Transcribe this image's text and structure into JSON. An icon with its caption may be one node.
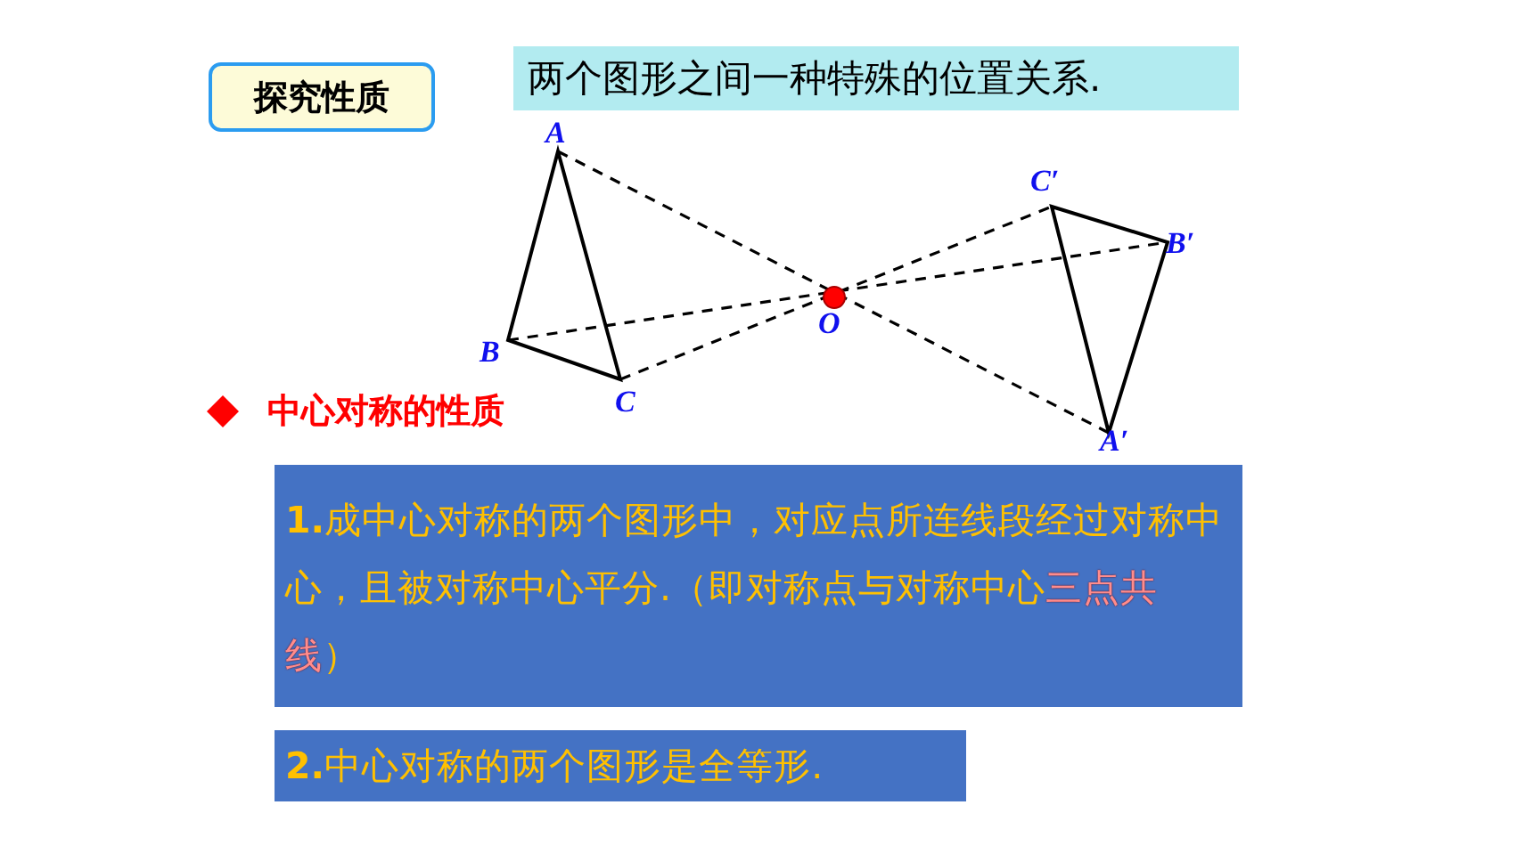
{
  "diagram": {
    "title": "两个图形之间一种特殊的位置关系.",
    "nodes": [
      {
        "text": [
          "探究性质"
        ]
      },
      {
        "text": [
          "**1.**成中心对称的两个图形中，对应点所连线段经过对称中心，且被对称中心平分.（即对称点与对称中心",
          "三点共线",
          "）"
        ]
      },
      {
        "text": [
          "**2.**中心对称的两个图形是全等形."
        ]
      }
    ],
    "labels": [
      "中心对称的性质",
      "A",
      "B",
      "C",
      "O",
      "C′",
      "B′",
      "A′"
    ]
  }
}
